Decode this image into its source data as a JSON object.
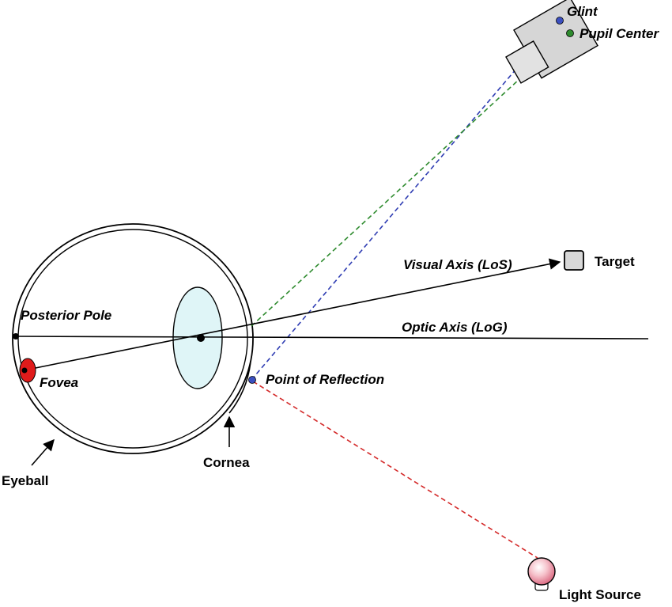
{
  "labels": {
    "glint": "Glint",
    "pupil_center": "Pupil Center",
    "target": "Target",
    "visual_axis": "Visual Axis (LoS)",
    "optic_axis": "Optic Axis (LoG)",
    "posterior_pole": "Posterior Pole",
    "fovea": "Fovea",
    "point_of_reflection": "Point of Reflection",
    "eyeball": "Eyeball",
    "cornea": "Cornea",
    "light_source": "Light Source"
  },
  "colors": {
    "glint_ray": "#2f3db3",
    "pupil_ray": "#2e8b2e",
    "light_ray": "#d42a2a",
    "lens_fill": "#dff5f7",
    "fovea_fill": "#e01b1b",
    "glint_dot": "#3b4fc0",
    "pupil_dot": "#2e8b2e",
    "reflection_dot": "#3b4fc0",
    "camera_fill": "#d6d6d6",
    "light_bulb": "#f0a0ad"
  }
}
